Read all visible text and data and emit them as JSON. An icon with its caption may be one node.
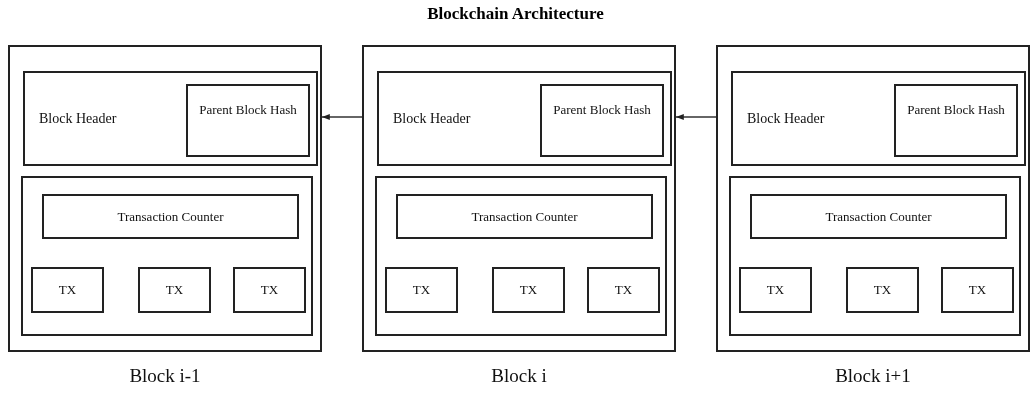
{
  "diagram": {
    "title": "Blockchain Architecture",
    "nodes": [
      {
        "text": [
          "Block i-1"
        ]
      },
      {
        "text": [
          "Block Header"
        ],
        "in": 0
      },
      {
        "text": [
          "Parent Block Hash"
        ],
        "in": 1
      },
      {
        "text": [],
        "shape": "box",
        "in": 0
      },
      {
        "text": [
          "Transaction Counter"
        ],
        "in": 3
      },
      {
        "text": [
          "TX"
        ],
        "in": 3
      },
      {
        "text": [
          "TX"
        ],
        "in": 3
      },
      {
        "text": [
          "TX"
        ],
        "in": 3
      },
      {
        "text": [
          "Block i"
        ]
      },
      {
        "text": [
          "Block Header"
        ],
        "in": 8
      },
      {
        "text": [
          "Parent Block Hash"
        ],
        "in": 9
      },
      {
        "text": [],
        "shape": "box",
        "in": 8
      },
      {
        "text": [
          "Transaction Counter"
        ],
        "in": 11
      },
      {
        "text": [
          "TX"
        ],
        "in": 11
      },
      {
        "text": [
          "TX"
        ],
        "in": 11
      },
      {
        "text": [
          "TX"
        ],
        "in": 11
      },
      {
        "text": [
          "Block i+1"
        ]
      },
      {
        "text": [
          "Block Header"
        ],
        "in": 16
      },
      {
        "text": [
          "Parent Block Hash"
        ],
        "in": 17
      },
      {
        "text": [],
        "shape": "box",
        "in": 16
      },
      {
        "text": [
          "Transaction Counter"
        ],
        "in": 19
      },
      {
        "text": [
          "TX"
        ],
        "in": 19
      },
      {
        "text": [
          "TX"
        ],
        "in": 19
      },
      {
        "text": [
          "TX"
        ],
        "in": 19
      }
    ],
    "edges": [
      {
        "from": 8,
        "to": 0,
        "arrow": "to"
      },
      {
        "from": 16,
        "to": 8,
        "arrow": "to"
      }
    ]
  }
}
